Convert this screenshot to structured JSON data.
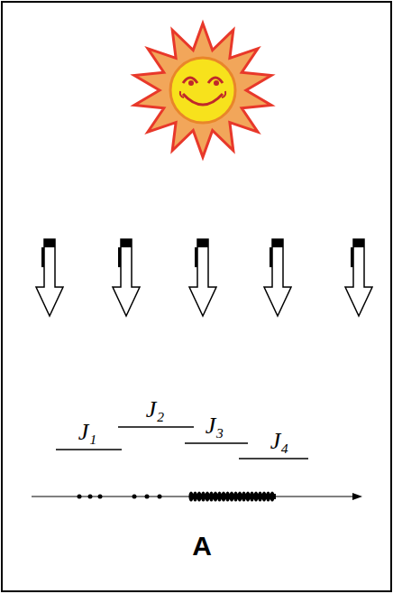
{
  "diagram": {
    "labels": [
      "J₁",
      "J₂",
      "J₃",
      "J₄",
      "A"
    ]
  }
}
